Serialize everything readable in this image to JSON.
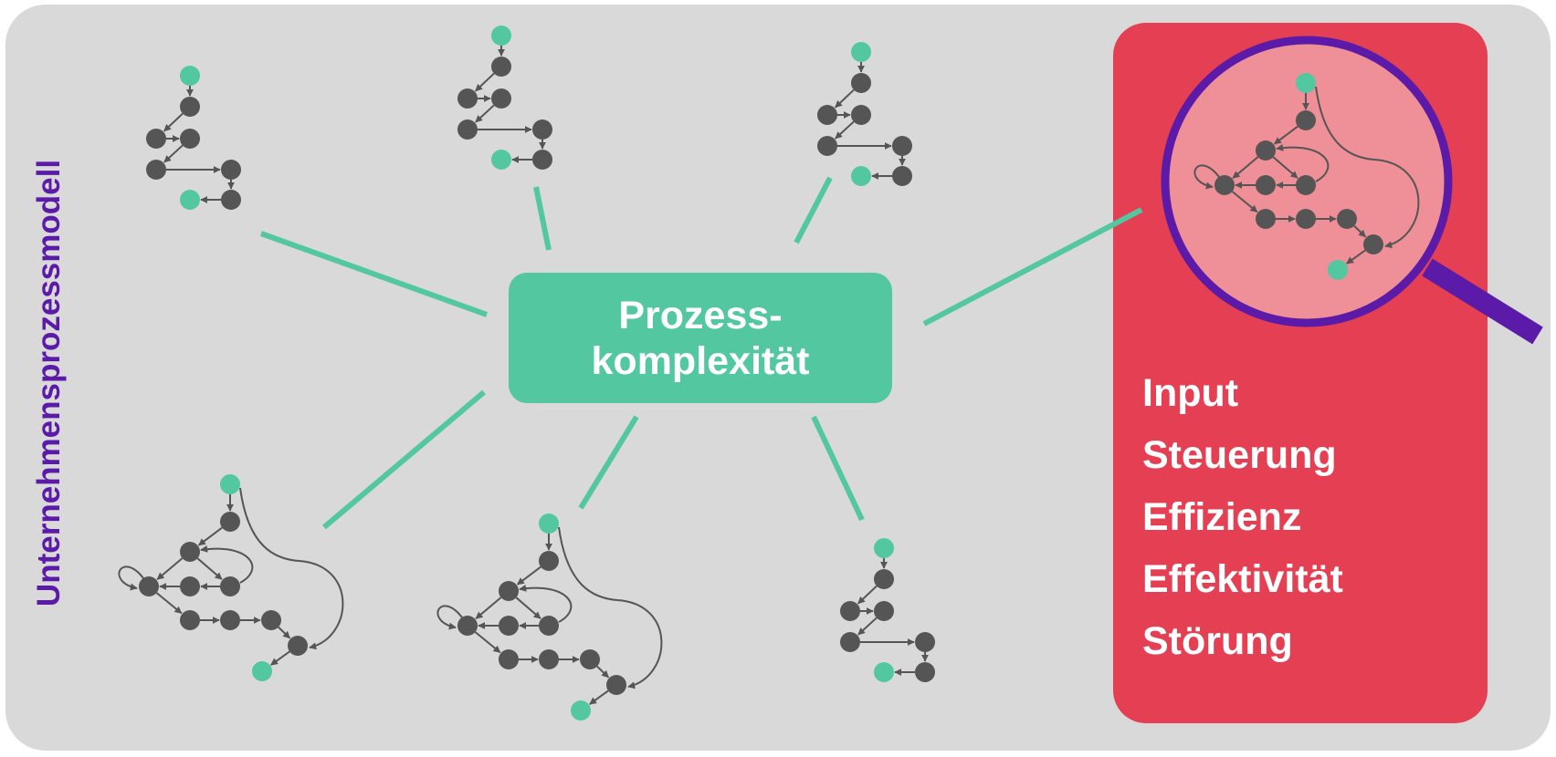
{
  "side_title": "Unternehmensprozessmodell",
  "center": {
    "line1": "Prozess-",
    "line2": "komplexität"
  },
  "detail_items": [
    "Input",
    "Steuerung",
    "Effizienz",
    "Effektivität",
    "Störung"
  ],
  "colors": {
    "background": "#d9d9d9",
    "accent_green": "#52c7a0",
    "red": "#e43f52",
    "purple": "#5b1aa8",
    "node": "#555555",
    "lens_fill": "#ef8f98"
  },
  "process_graphs": {
    "simple": {
      "nodes": [
        {
          "id": "start",
          "role": "start"
        },
        {
          "id": "a",
          "role": "step"
        },
        {
          "id": "b",
          "role": "step"
        },
        {
          "id": "c",
          "role": "step"
        },
        {
          "id": "d",
          "role": "step"
        },
        {
          "id": "e",
          "role": "step"
        },
        {
          "id": "f",
          "role": "step"
        },
        {
          "id": "end",
          "role": "end"
        }
      ],
      "edges": [
        [
          "start",
          "a"
        ],
        [
          "a",
          "b"
        ],
        [
          "b",
          "c"
        ],
        [
          "c",
          "d"
        ],
        [
          "d",
          "e"
        ],
        [
          "e",
          "f"
        ],
        [
          "f",
          "end"
        ]
      ]
    },
    "complex": {
      "nodes": [
        {
          "id": "start",
          "role": "start"
        },
        {
          "id": "a",
          "role": "step"
        },
        {
          "id": "b",
          "role": "step"
        },
        {
          "id": "c",
          "role": "step"
        },
        {
          "id": "d",
          "role": "step"
        },
        {
          "id": "e",
          "role": "step"
        },
        {
          "id": "f",
          "role": "step"
        },
        {
          "id": "g",
          "role": "step"
        },
        {
          "id": "h",
          "role": "step"
        },
        {
          "id": "i",
          "role": "step"
        },
        {
          "id": "end",
          "role": "end"
        }
      ],
      "edges": [
        [
          "start",
          "a"
        ],
        [
          "a",
          "b"
        ],
        [
          "b",
          "c"
        ],
        [
          "b",
          "e"
        ],
        [
          "e",
          "d"
        ],
        [
          "d",
          "c"
        ],
        [
          "e",
          "b"
        ],
        [
          "c",
          "c"
        ],
        [
          "c",
          "f"
        ],
        [
          "f",
          "g"
        ],
        [
          "g",
          "h"
        ],
        [
          "h",
          "i"
        ],
        [
          "start",
          "i"
        ],
        [
          "i",
          "end"
        ]
      ]
    }
  }
}
